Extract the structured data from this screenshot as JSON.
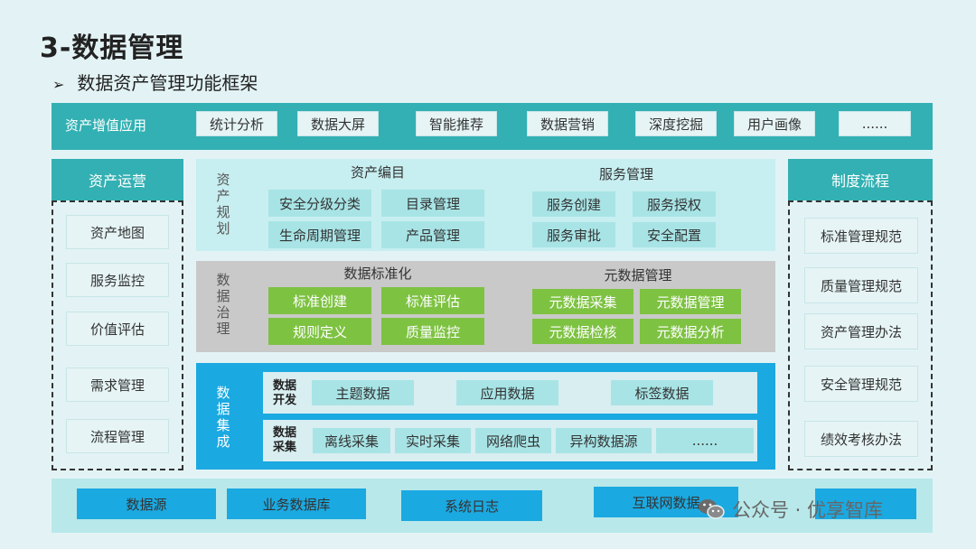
{
  "title": "3-数据管理",
  "subtitle": "数据资产管理功能框架",
  "top_bar": {
    "label": "资产增值应用",
    "items": [
      "统计分析",
      "数据大屏",
      "智能推荐",
      "数据营销",
      "深度挖掘",
      "用户画像",
      "......"
    ]
  },
  "left_panel": {
    "title": "资产运营",
    "items": [
      "资产地图",
      "服务监控",
      "价值评估",
      "需求管理",
      "流程管理"
    ]
  },
  "right_panel": {
    "title": "制度流程",
    "items": [
      "标准管理规范",
      "质量管理规范",
      "资产管理办法",
      "安全管理规范",
      "绩效考核办法"
    ]
  },
  "planning": {
    "label": "资产规划",
    "group1": {
      "title": "资产编目",
      "items": [
        "安全分级分类",
        "目录管理",
        "生命周期管理",
        "产品管理"
      ]
    },
    "group2": {
      "title": "服务管理",
      "items": [
        "服务创建",
        "服务授权",
        "服务审批",
        "安全配置"
      ]
    }
  },
  "governance": {
    "label": "数据治理",
    "group1": {
      "title": "数据标准化",
      "items": [
        "标准创建",
        "标准评估",
        "规则定义",
        "质量监控"
      ]
    },
    "group2": {
      "title": "元数据管理",
      "items": [
        "元数据采集",
        "元数据管理",
        "元数据检核",
        "元数据分析"
      ]
    }
  },
  "integration": {
    "label": "数据集成",
    "row1": {
      "label": "数据开发",
      "items": [
        "主题数据",
        "应用数据",
        "标签数据"
      ]
    },
    "row2": {
      "label": "数据采集",
      "items": [
        "离线采集",
        "实时采集",
        "网络爬虫",
        "异构数据源",
        "......"
      ]
    }
  },
  "bottom_bar": {
    "items": [
      "数据源",
      "业务数据库",
      "系统日志",
      "互联网数据"
    ]
  },
  "watermark": "公众号 · 优享智库",
  "colors": {
    "teal": "#33b0b3",
    "light_teal": "#a8e4e6",
    "green": "#7ec242",
    "blue": "#1ba9e1",
    "gray": "#c9c9c9"
  }
}
